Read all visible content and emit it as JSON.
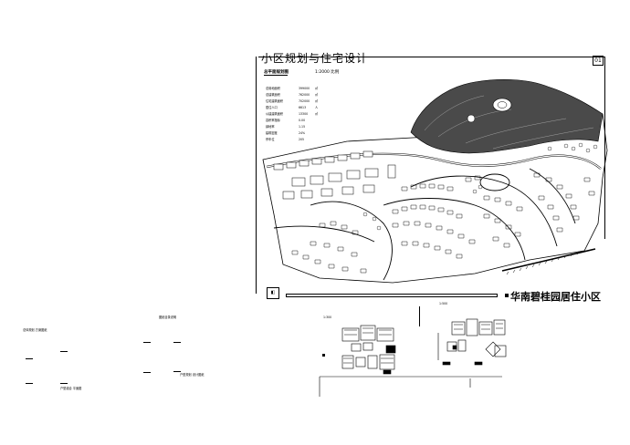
{
  "sheet": {
    "title": "小区规划与住宅设计",
    "subtitle": "总平面规划图",
    "scale_label": "1:2000  比例",
    "sheet_number": "01",
    "project_name": "华南碧桂园居住小区",
    "scale_bar_label": "1:500",
    "plan_label": "1:300"
  },
  "stats": [
    {
      "label": "总用地面积",
      "value": "399000",
      "unit": "㎡"
    },
    {
      "label": "总建筑面积",
      "value": "762000",
      "unit": "㎡"
    },
    {
      "label": "住宅建筑面积",
      "value": "702000",
      "unit": "㎡"
    },
    {
      "label": "居住人口",
      "value": "6613",
      "unit": "人"
    },
    {
      "label": "公建建筑面积",
      "value": "13300",
      "unit": "㎡"
    },
    {
      "label": "容积率指标",
      "value": "0.00",
      "unit": ""
    },
    {
      "label": "绿地率",
      "value": "1.15",
      "unit": ""
    },
    {
      "label": "建筑密度",
      "value": "24%",
      "unit": ""
    },
    {
      "label": "停车位",
      "value": "205",
      "unit": ""
    }
  ],
  "left_notes": {
    "heading": "图纸目录说明",
    "item1": "总体规划 方案图纸",
    "item2": "户型规划 设计图纸",
    "item3": "户型组合 平面图"
  }
}
